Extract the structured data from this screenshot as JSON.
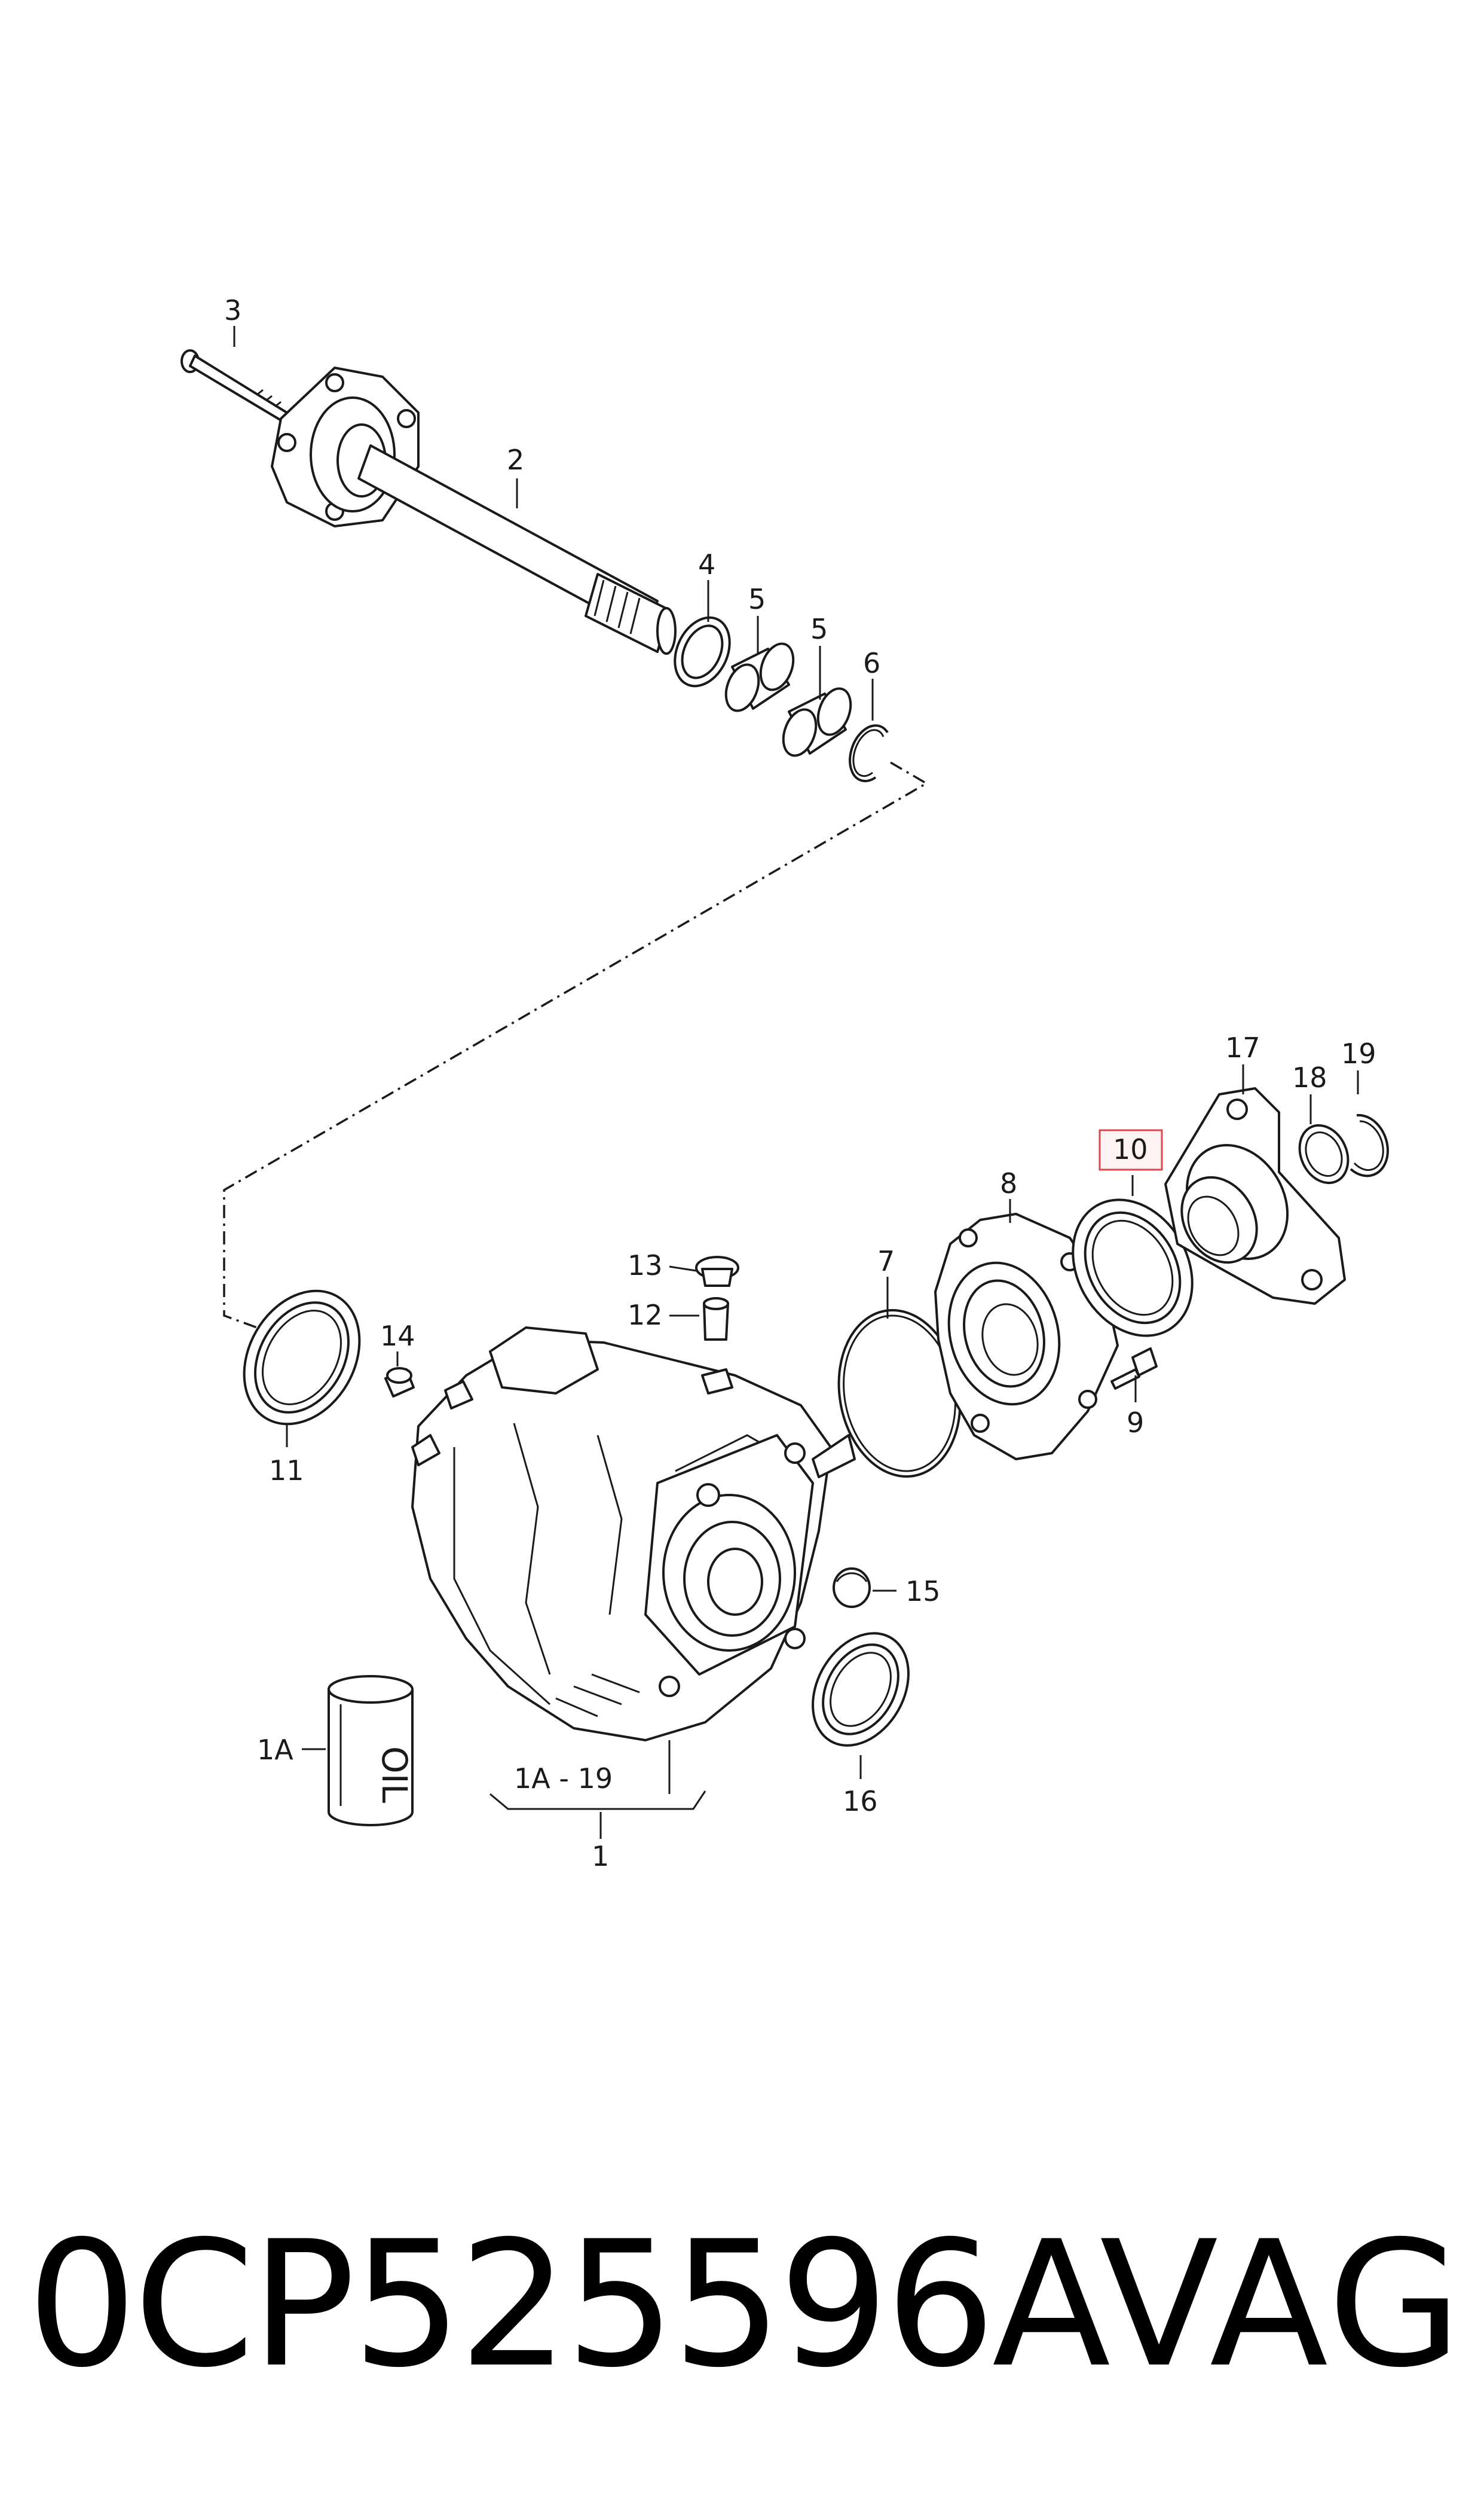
{
  "callouts": {
    "c1": "1",
    "c1A": "1A",
    "c1A_19": "1A - 19",
    "c2": "2",
    "c3": "3",
    "c4": "4",
    "c5a": "5",
    "c5b": "5",
    "c6": "6",
    "c7": "7",
    "c8": "8",
    "c9": "9",
    "c10": "10",
    "c11": "11",
    "c12": "12",
    "c13": "13",
    "c14": "14",
    "c15": "15",
    "c16": "16",
    "c17": "17",
    "c18": "18",
    "c19": "19"
  },
  "highlight": {
    "callout": "10",
    "color": "#e0474c"
  },
  "oil_can_text": "OIL",
  "footer": {
    "part_number": "0CP525596A",
    "brand": "VAG"
  }
}
